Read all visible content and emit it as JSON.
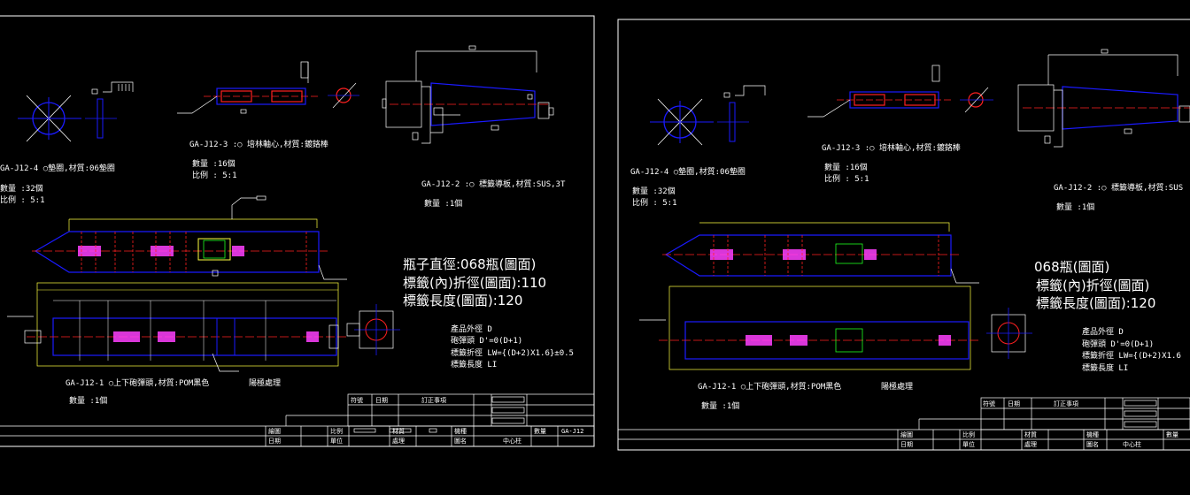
{
  "colors": {
    "frame": "#ffffff",
    "part": "#1a1aff",
    "center": "#ff2020",
    "dim": "#ffff40",
    "spring": "#ff40ff",
    "note": "#ffffff"
  },
  "left": {
    "parts": {
      "j12_4": {
        "title": "GA-J12-4 ○墊圈,材質:06墊圈",
        "qty": "數量 :32個",
        "scale": "比例 : 5:1"
      },
      "j12_3": {
        "title": "GA-J12-3 :○ 培林軸心,材質:鍍鉻棒",
        "qty": "數量 :16個",
        "scale": "比例 : 5:1"
      },
      "j12_2": {
        "title": "GA-J12-2 :○ 標籤導板,材質:SUS,3T",
        "qty": "數量 :1個"
      },
      "j12_1": {
        "title": "GA-J12-1 ○上下砲彈頭,材質:POM黑色",
        "treat": "陽極處理",
        "qty": "數量 :1個"
      }
    },
    "big_notes": [
      "瓶子直徑:068瓶(圖面)",
      "標籤(內)折徑(圖面):110",
      "標籤長度(圖面):120"
    ],
    "formula": [
      "產品外徑 D",
      "砲彈頭 D'=0(D+1)",
      "標籤折徑 LW={(D+2)X1.6}±0.5",
      "標籤長度 LI"
    ],
    "title_block": {
      "rev": "符號",
      "date": "日期",
      "change": "訂正事項",
      "drawn": "繪圖",
      "dated": "日期",
      "ratio": "比例",
      "unit": "單位",
      "material": "材質",
      "process": "處理",
      "type": "機種",
      "name": "圖名",
      "company": "中心柱",
      "count": "數量",
      "code": "GA-J12"
    }
  },
  "right": {
    "parts": {
      "j12_4": {
        "title": "GA-J12-4 ○墊圈,材質:06墊圈",
        "qty": "數量 :32個",
        "scale": "比例 : 5:1"
      },
      "j12_3": {
        "title": "GA-J12-3 :○ 培林軸心,材質:鍍鉻棒",
        "qty": "數量 :16個",
        "scale": "比例 : 5:1"
      },
      "j12_2": {
        "title": "GA-J12-2 :○ 標籤導板,材質:SUS",
        "qty": "數量 :1個"
      },
      "j12_1": {
        "title": "GA-J12-1 ○上下砲彈頭,材質:POM黑色",
        "treat": "陽極處理",
        "qty": "數量 :1個"
      }
    },
    "big_notes": [
      "068瓶(圖面)",
      "標籤(內)折徑(圖面)",
      "標籤長度(圖面):120"
    ],
    "formula": [
      "產品外徑 D",
      "砲彈頭 D'=0(D+1)",
      "標籤折徑 LW={(D+2)X1.6",
      "標籤長度 LI"
    ],
    "title_block": {
      "rev": "符號",
      "date": "日期",
      "change": "訂正事項",
      "drawn": "繪圖",
      "dated": "日期",
      "ratio": "比例",
      "unit": "單位",
      "material": "材質",
      "process": "處理",
      "type": "機種",
      "name": "圖名",
      "company": "中心柱",
      "count": "數量"
    }
  }
}
